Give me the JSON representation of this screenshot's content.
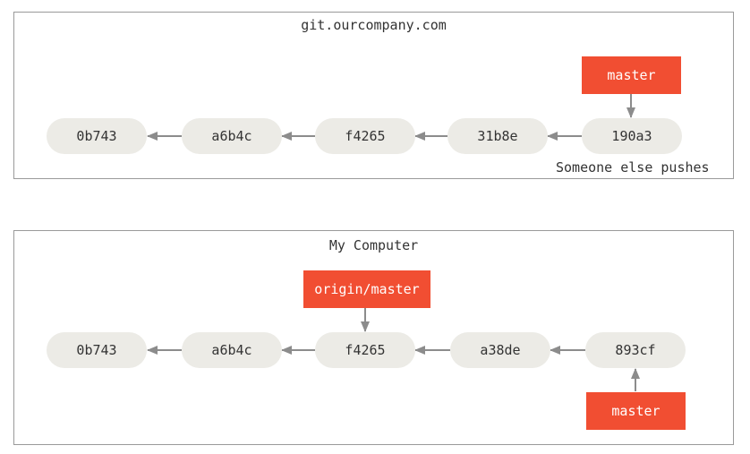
{
  "remote": {
    "title": "git.ourcompany.com",
    "commits": [
      "0b743",
      "a6b4c",
      "f4265",
      "31b8e",
      "190a3"
    ],
    "branch": "master",
    "note": "Someone else pushes"
  },
  "local": {
    "title": "My Computer",
    "commits": [
      "0b743",
      "a6b4c",
      "f4265",
      "a38de",
      "893cf"
    ],
    "remote_branch": "origin/master",
    "branch": "master"
  },
  "colors": {
    "ref": "#f14e32",
    "commit": "#ecebe6",
    "arrow": "#8c8c8c"
  }
}
